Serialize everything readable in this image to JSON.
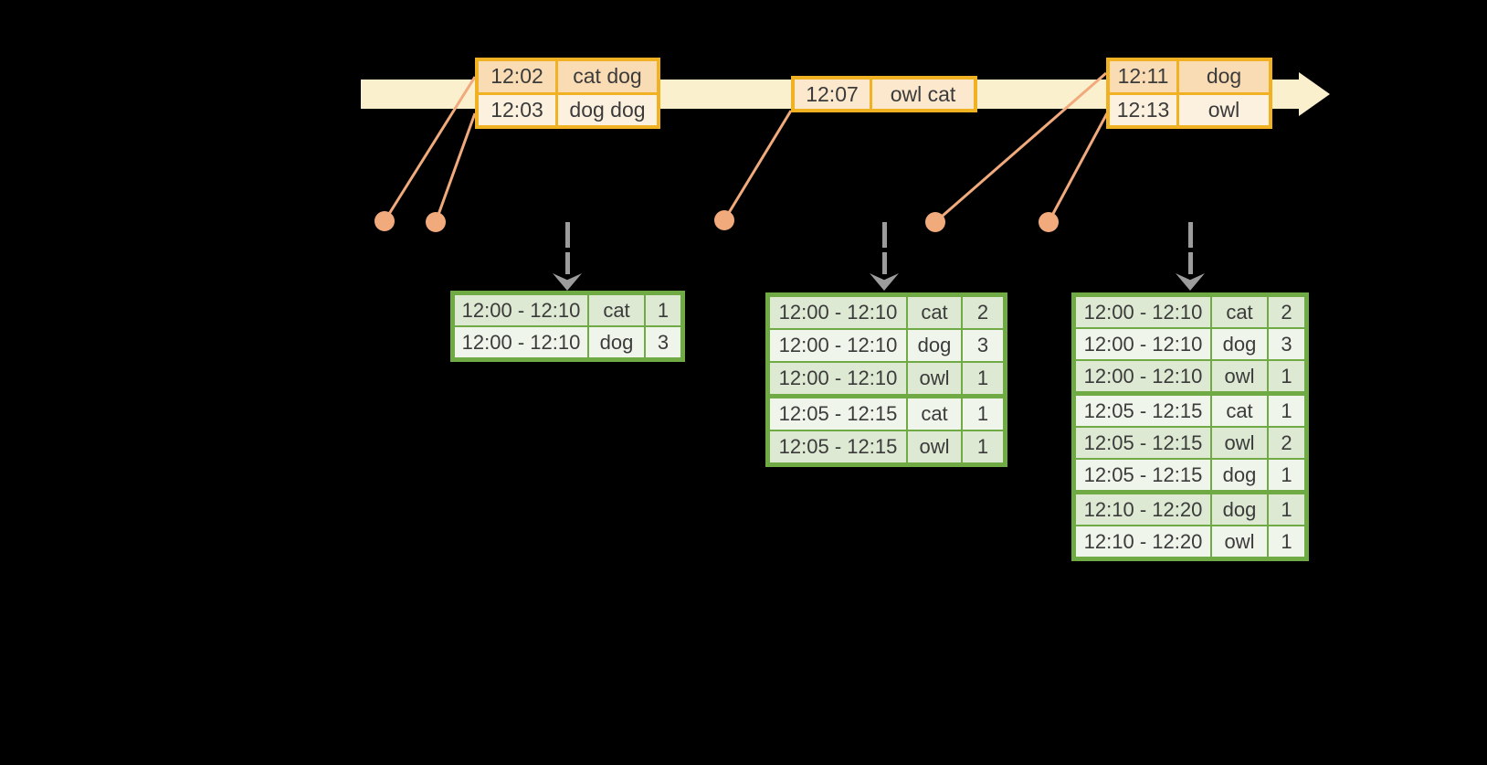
{
  "diagram": {
    "background": "#000000",
    "colors": {
      "timeline_fill": "#FBF0CD",
      "event_table_border": "#F0B123",
      "event_row_dark": "#FADCB4",
      "event_row_light": "#FCF1DE",
      "event_row_mid": "#FBE8CD",
      "connector_salmon": "#F1AA7C",
      "trigger_arrow_gray": "#9C9C9C",
      "result_table_border": "#6FAA44",
      "result_row_dark": "#DDE9D2",
      "result_row_light": "#F0F5EC",
      "text": "#3B3B3B"
    },
    "icons": {
      "timeline": "timeline-arrow",
      "event_marker": "event-marker-dot",
      "trigger": "trigger-down-arrow"
    },
    "event_tables": [
      {
        "rows": [
          {
            "time": "12:02",
            "words": "cat dog",
            "shade": "dark"
          },
          {
            "time": "12:03",
            "words": "dog dog",
            "shade": "light"
          }
        ]
      },
      {
        "rows": [
          {
            "time": "12:07",
            "words": "owl cat",
            "shade": "mid"
          }
        ]
      },
      {
        "rows": [
          {
            "time": "12:11",
            "words": "dog",
            "shade": "dark"
          },
          {
            "time": "12:13",
            "words": "owl",
            "shade": "light"
          }
        ]
      }
    ],
    "result_tables": [
      {
        "group_breaks": [],
        "rows": [
          {
            "window": "12:00 - 12:10",
            "word": "cat",
            "count": "1"
          },
          {
            "window": "12:00 - 12:10",
            "word": "dog",
            "count": "3"
          }
        ]
      },
      {
        "group_breaks": [
          3
        ],
        "rows": [
          {
            "window": "12:00 - 12:10",
            "word": "cat",
            "count": "2"
          },
          {
            "window": "12:00 - 12:10",
            "word": "dog",
            "count": "3"
          },
          {
            "window": "12:00 - 12:10",
            "word": "owl",
            "count": "1"
          },
          {
            "window": "12:05 - 12:15",
            "word": "cat",
            "count": "1"
          },
          {
            "window": "12:05 - 12:15",
            "word": "owl",
            "count": "1"
          }
        ]
      },
      {
        "group_breaks": [
          3,
          6
        ],
        "rows": [
          {
            "window": "12:00 - 12:10",
            "word": "cat",
            "count": "2"
          },
          {
            "window": "12:00 - 12:10",
            "word": "dog",
            "count": "3"
          },
          {
            "window": "12:00 - 12:10",
            "word": "owl",
            "count": "1"
          },
          {
            "window": "12:05 - 12:15",
            "word": "cat",
            "count": "1"
          },
          {
            "window": "12:05 - 12:15",
            "word": "owl",
            "count": "2"
          },
          {
            "window": "12:05 - 12:15",
            "word": "dog",
            "count": "1"
          },
          {
            "window": "12:10 - 12:20",
            "word": "dog",
            "count": "1"
          },
          {
            "window": "12:10 - 12:20",
            "word": "owl",
            "count": "1"
          }
        ]
      }
    ]
  }
}
